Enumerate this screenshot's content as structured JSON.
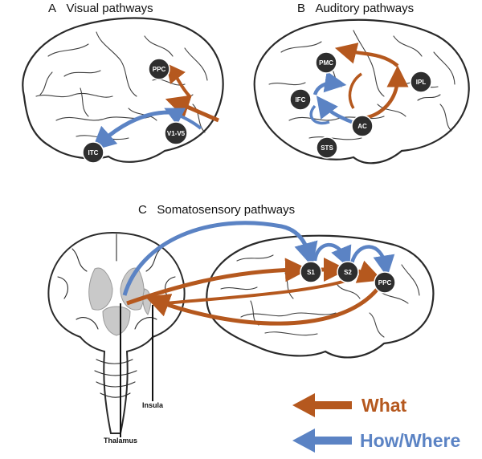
{
  "colors": {
    "what": "#b5581e",
    "how_where": "#5b83c4",
    "node_fill": "#2e2e2e",
    "outline": "#2a2a2a"
  },
  "panels": {
    "a": {
      "letter": "A",
      "title": "Visual pathways",
      "nodes": {
        "ppc": "PPC",
        "v1v5": "V1-V5",
        "itc": "ITC"
      }
    },
    "b": {
      "letter": "B",
      "title": "Auditory pathways",
      "nodes": {
        "pmc": "PMC",
        "ifc": "IFC",
        "ipl": "IPL",
        "ac": "AC",
        "sts": "STS"
      }
    },
    "c": {
      "letter": "C",
      "title": "Somatosensory pathways",
      "nodes": {
        "s1": "S1",
        "s2": "S2",
        "ppc": "PPC"
      },
      "callouts": {
        "insula": "Insula",
        "thalamus": "Thalamus"
      }
    }
  },
  "legend": {
    "what": "What",
    "how_where": "How/Where"
  }
}
